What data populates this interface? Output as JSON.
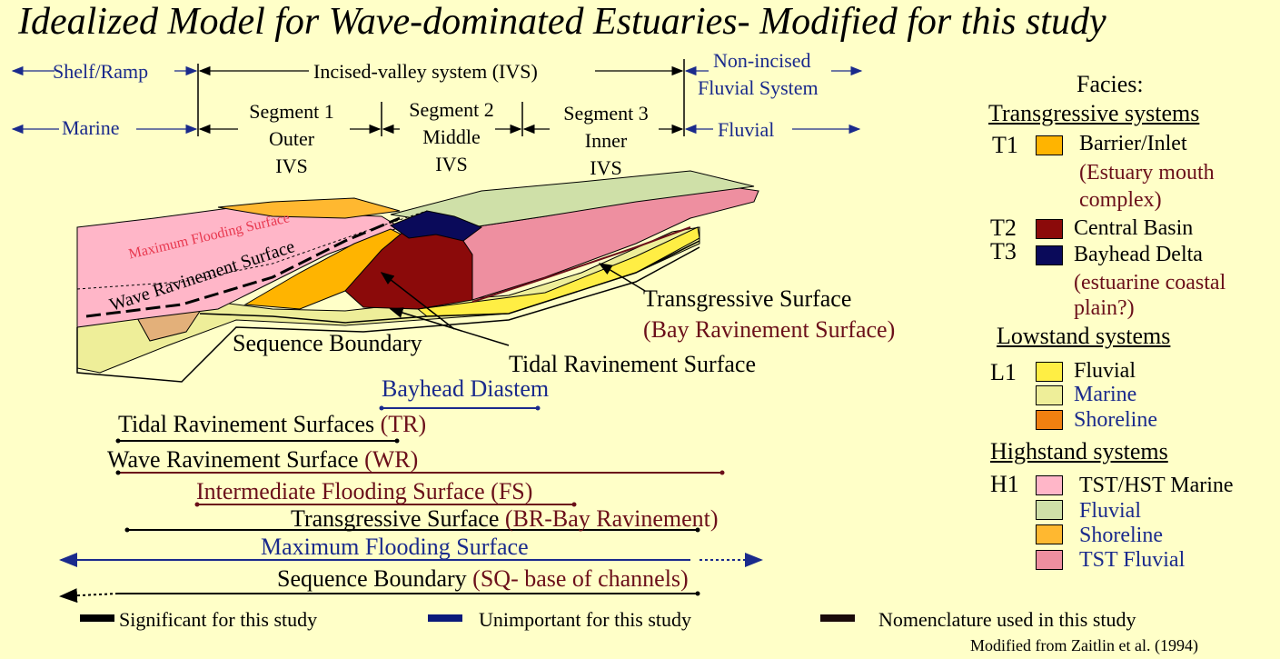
{
  "title": "Idealized Model for Wave-dominated Estuaries- Modified for this study",
  "header": {
    "shelf_ramp": "Shelf/Ramp",
    "ivs": "Incised-valley system (IVS)",
    "non_incised": "Non-incised",
    "fluvial_system": "Fluvial System",
    "marine": "Marine",
    "fluvial": "Fluvial",
    "seg1": [
      "Segment 1",
      "Outer",
      "IVS"
    ],
    "seg2": [
      "Segment 2",
      "Middle",
      "IVS"
    ],
    "seg3": [
      "Segment 3",
      "Inner",
      "IVS"
    ]
  },
  "diagram_labels": {
    "mfs": "Maximum Flooding Surface",
    "wrs": "Wave Ravinement Surface",
    "ts": "Transgressive Surface",
    "bay_rav": "(Bay Ravinement Surface)",
    "sb": "Sequence Boundary",
    "trs": "Tidal Ravinement Surface"
  },
  "surfaces": [
    {
      "label": "Bayhead Diastem",
      "abbr": ""
    },
    {
      "label": "Tidal Ravinement Surfaces",
      "abbr": "(TR)"
    },
    {
      "label": "Wave Ravinement Surface",
      "abbr": "(WR)"
    },
    {
      "label": "Intermediate Flooding Surface (FS)",
      "abbr": ""
    },
    {
      "label": "Transgressive Surface",
      "abbr": "(BR-Bay Ravinement)"
    },
    {
      "label": "Maximum Flooding Surface",
      "abbr": ""
    },
    {
      "label": "Sequence Boundary",
      "abbr": "(SQ- base of channels)"
    }
  ],
  "key": {
    "significant": "Significant for this study",
    "unimportant": "Unimportant for this study",
    "nomenclature": "Nomenclature used in this study"
  },
  "legend": {
    "heading": "Facies:",
    "trans_title": "Transgressive systems",
    "t1": "T1",
    "t1_label": "Barrier/Inlet",
    "t1_note1": "(Estuary mouth",
    "t1_note2": "complex)",
    "t2": "T2",
    "t2_label": "Central Basin",
    "t3": "T3",
    "t3_label": "Bayhead Delta",
    "t3_note1": "(estuarine coastal",
    "t3_note2": "plain?)",
    "low_title": "Lowstand systems",
    "l1": "L1",
    "l1_fluvial": "Fluvial",
    "l1_marine": "Marine",
    "l1_shoreline": "Shoreline",
    "high_title": "Highstand systems",
    "h1": "H1",
    "h1_marine": "TST/HST Marine",
    "h1_fluvial": "Fluvial",
    "h1_shoreline": "Shoreline",
    "h1_tst_fluvial": "TST Fluvial"
  },
  "colors": {
    "background": "#ffffc8",
    "barrier": "#ffb400",
    "central_basin": "#8b0a0a",
    "bayhead": "#0a0a5a",
    "l_fluvial": "#ffee44",
    "l_marine": "#eeee99",
    "l_shoreline": "#f08010",
    "h_marine": "#ffb6c8",
    "h_fluvial": "#cfe0a8",
    "h_shoreline": "#ffb830",
    "tst_fluvial": "#ee8fa0"
  },
  "credit": "Modified from Zaitlin et al. (1994)"
}
